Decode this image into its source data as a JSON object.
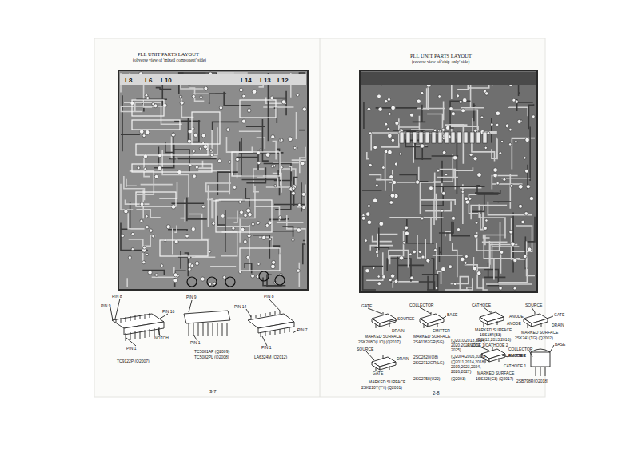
{
  "diagram": {
    "labels": [
      "PLL UNIT PARTS LAYOUT",
      "(obverse view of 'mixed component' side)",
      "PLL UNIT PARTS LAYOUT",
      "(reverse view of 'chip-only' side)",
      "L8",
      "L6",
      "L10",
      "L14",
      "L13",
      "L12",
      "PIN 8",
      "PIN 9",
      "PIN 16",
      "NOTCH",
      "PIN 1",
      "TC9122P (Q2007)",
      "PIN 9",
      "PIN 1",
      "TC5081AP (Q2009)",
      "TC5082PL (Q2008)",
      "PIN 8",
      "PIN 14",
      "PIN 7",
      "PIN 1",
      "LA6324M (Q2012)",
      "3-7",
      "GATE",
      "SOURCE",
      "DRAIN",
      "MARKED SURFACE",
      "2SK208O(LIO) (Q2017)",
      "COLLECTOR",
      "BASE",
      "EMITTER",
      "MARKED SURFACE",
      "2SA1162GR(SG)",
      "(Q2010,2013,2014, 2020,2021,2022, 2025)",
      "(Q2004,2005,2006)",
      "2SC2620(Q8)",
      "(Q2011,2014,2018, 2019,2023,2024, 2026,2027)",
      "2SC2712GR(LG)",
      "(Q2003)",
      "2SC2758(U22)",
      "SOURCE",
      "GATE",
      "DRAIN",
      "MARKED SURFACE",
      "2SK210Y(YY) (Q2001)",
      "CATHODE",
      "ANODE",
      "ANODE",
      "MARKED SURFACE",
      "1SS184(B3)",
      "(D2012,2013,2016)",
      "ANODE 1/CATHODE 2",
      "ANODE 2",
      "CATHODE 1",
      "MARKED SURFACE",
      "1SS226(C3) (Q2017)",
      "SOURCE",
      "GATE",
      "DRAIN",
      "MARKED SURFACE",
      "2SK241(TG) (Q2002)",
      "BASE",
      "COLLECTOR",
      "EMITTER",
      "2SB798R(Q2018)",
      "2-8"
    ]
  }
}
